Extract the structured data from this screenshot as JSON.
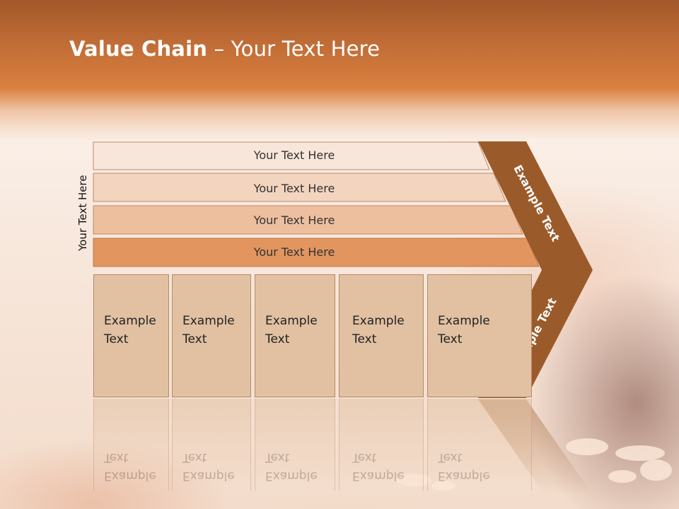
{
  "slide": {
    "title_bold": "Value Chain",
    "title_rest": " – Your Text Here",
    "side_label": "Your Text Here"
  },
  "bars": [
    {
      "label": "Your Text Here"
    },
    {
      "label": "Your Text Here"
    },
    {
      "label": "Your Text Here"
    },
    {
      "label": "Your Text Here"
    }
  ],
  "boxes": [
    {
      "line1": "Example",
      "line2": "Text"
    },
    {
      "line1": "Example",
      "line2": "Text"
    },
    {
      "line1": "Example",
      "line2": "Text"
    },
    {
      "line1": "Example",
      "line2": "Text"
    },
    {
      "line1": "Example",
      "line2": "Text"
    }
  ],
  "arrow": {
    "upper_label": "Example Text",
    "lower_label": "Example Text"
  },
  "colors": {
    "header_brown": "#a2582a",
    "header_orange": "#d9803f",
    "arrow_brown": "#9b5a2a",
    "box_fill": "#e1c1a2"
  }
}
